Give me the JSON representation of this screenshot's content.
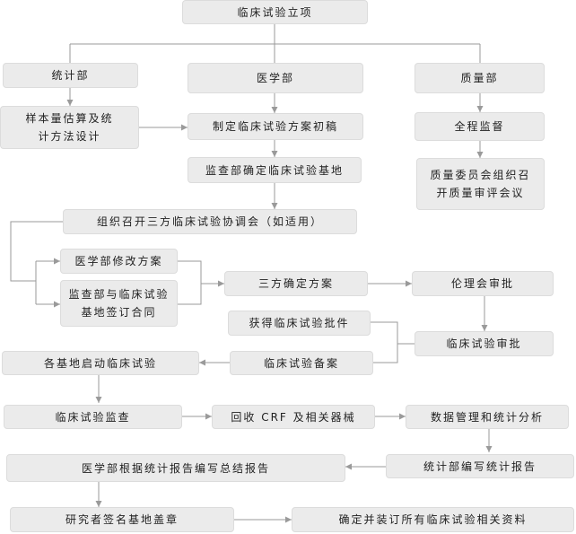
{
  "colors": {
    "box_fill": "#ebebeb",
    "connector": "#9a9a9a",
    "text": "#222222",
    "background": "#ffffff"
  },
  "nodes": {
    "initiation": "临床试验立项",
    "statistics_dept": "统计部",
    "medical_dept": "医学部",
    "quality_dept": "质量部",
    "sample_size": "样本量估算及统计方法设计",
    "draft_protocol": "制定临床试验方案初稿",
    "full_supervision": "全程监督",
    "confirm_sites": "监查部确定临床试验基地",
    "quality_committee": "质量委员会组织召开质量审评会议",
    "coordination_meeting": "组织召开三方临床试验协调会（如适用）",
    "revise_protocol": "医学部修改方案",
    "sign_contract": "监查部与临床试验基地签订合同",
    "finalize_protocol": "三方确定方案",
    "ethics_approval": "伦理会审批",
    "obtain_approval": "获得临床试验批件",
    "trial_approval": "临床试验审批",
    "site_start": "各基地启动临床试验",
    "trial_filing": "临床试验备案",
    "trial_monitoring": "临床试验监查",
    "collect_crf": "回收 CRF 及相关器械",
    "data_management": "数据管理和统计分析",
    "summary_report": "医学部根据统计报告编写总结报告",
    "stat_report": "统计部编写统计报告",
    "investigator_sign": "研究者签名基地盖章",
    "bind_documents": "确定并装订所有临床试验相关资料"
  }
}
